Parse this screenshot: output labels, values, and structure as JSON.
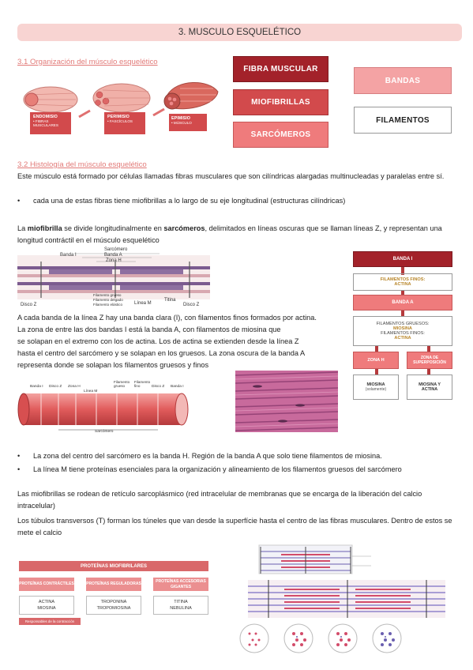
{
  "title": "3. MUSCULO ESQUELÉTICO",
  "section1": {
    "heading": "3.1 Organización del músculo esquelético",
    "diagram": {
      "labels": [
        {
          "title": "ENDOMISIO",
          "sub": "• FIBRAS MUSCULARES"
        },
        {
          "title": "PERIMISIO",
          "sub": "• FASCÍCULOS"
        },
        {
          "title": "EPIMISIO",
          "sub": "• MÚSCULO"
        }
      ]
    },
    "boxes": {
      "fibra": "FIBRA MUSCULAR",
      "miofibrillas": "MIOFIBRILLAS",
      "sarcomeros": "SARCÓMEROS",
      "bandas": "BANDAS",
      "filamentos": "FILAMENTOS"
    }
  },
  "section2": {
    "heading": "3.2 Histología del músculo esquelético",
    "para1": "Este músculo está formado por células llamadas fibras musculares que son cilíndricas alargadas multinucleadas y paralelas entre sí.",
    "bullet1": "cada una de estas fibras tiene miofibrillas a lo largo de su eje longitudinal (estructuras cilíndricas)",
    "para2_a": "La ",
    "para2_b": "miofibrilla",
    "para2_c": " se divide longitudinalmente en ",
    "para2_d": "sarcómeros",
    "para2_e": ", delimitados en líneas oscuras que se llaman líneas Z, y representan una longitud contráctil en el músculo esquelético",
    "sarc_labels": {
      "top": [
        "Sarcómero",
        "Banda A",
        "Banda I",
        "Zona H"
      ],
      "bottom": [
        "Disco Z",
        "Filamento grueso",
        "Filamento delgado",
        "Filamento elástico",
        "Línea M",
        "Titina",
        "Disco Z"
      ]
    },
    "para3": [
      "A cada banda de la línea Z hay una banda clara (I), con filamentos finos formados por actina.",
      "La zona de entre las dos bandas I está la banda A, con filamentos de miosina que",
      "se solapan en el extremo con los de actina. Los de actina se extienden desde la línea Z",
      "hasta el centro del sarcómero y se solapan en los gruesos. La zona oscura de la banda A",
      "representa donde se solapan los filamentos gruesos y finos"
    ],
    "fiber_labels": [
      "Banda I",
      "Disco Z",
      "Zona H",
      "Línea M",
      "Filamento grueso",
      "Filamento fino",
      "Disco Z",
      "Banda I"
    ],
    "fiber_bottom": "Sarcómero",
    "flow": {
      "banda_i": "BANDA I",
      "fil_finos": "FILAMENTOS FINOS:",
      "actina": "ACTINA",
      "banda_a": "BANDA A",
      "fil_gruesos": "FILAMENTOS GRUESOS:",
      "miosina": "MIOSINA",
      "fil_finos2": "FILAMENTOS FINOS:",
      "actina2": "ACTINA",
      "zona_h": "ZONA H",
      "zona_sup": "ZONA DE SUPERPOSICIÓN",
      "miosina_sol": "MIOSINA",
      "solamente": "(solamente)",
      "miosina_actina": "MIOSINA Y ACTINA"
    },
    "bullet2": "La zona del centro del sarcómero es la banda H. Región de la banda A que solo tiene filamentos de miosina.",
    "bullet3": "La línea M tiene proteínas esenciales para la organización y alineamiento de los filamentos gruesos del sarcómero",
    "para4": "Las miofibrillas se rodean de retículo sarcoplásmico (red intracelular de membranas que se encarga de la liberación del calcio intracelular)",
    "para5": "Los túbulos transversos (T) forman los túneles que van desde la superfície hasta el centro de las fibras musculares. Dentro de estos se mete el calcio",
    "proteins": {
      "header": "PROTEÍNAS MIOFIBRILARES",
      "cols": [
        {
          "head": "PROTEÍNAS CONTRÁCTILES",
          "items": "ACTINA MIOSINA"
        },
        {
          "head": "PROTEÍNAS REGULADORAS",
          "items": "TROPONINA TROPOMIOSINA"
        },
        {
          "head": "PROTEÍNAS ACCESORIAS GIGANTES",
          "items": "TITINA NEBULINA"
        }
      ],
      "footer": "Responsables de la contracción"
    }
  },
  "colors": {
    "accent": "#e27a78",
    "title_bg": "#f8d4d2",
    "dark_red": "#a3222a"
  }
}
